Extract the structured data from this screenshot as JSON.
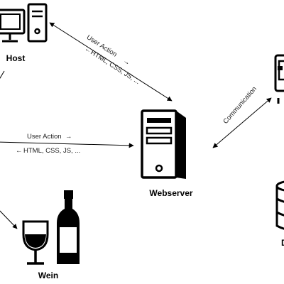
{
  "nodes": {
    "host": {
      "label": "Host",
      "icon": "desktop-computer-icon"
    },
    "webserver": {
      "label": "Webserver",
      "icon": "server-tower-icon"
    },
    "wein": {
      "label": "Wein",
      "icon": "wine-glass-and-bottle-icon"
    },
    "device_right": {
      "icon": "device-icon"
    },
    "database": {
      "icon": "database-icon",
      "label_partial": "D"
    }
  },
  "edges": {
    "host_webserver": {
      "request": "User Action",
      "response": "HTML, CSS, JS, ..."
    },
    "left_webserver": {
      "request": "User Action",
      "response": "HTML, CSS, JS, ..."
    },
    "webserver_device": {
      "label": "Communication"
    }
  },
  "colors": {
    "stroke": "#000000",
    "background": "#ffffff"
  }
}
